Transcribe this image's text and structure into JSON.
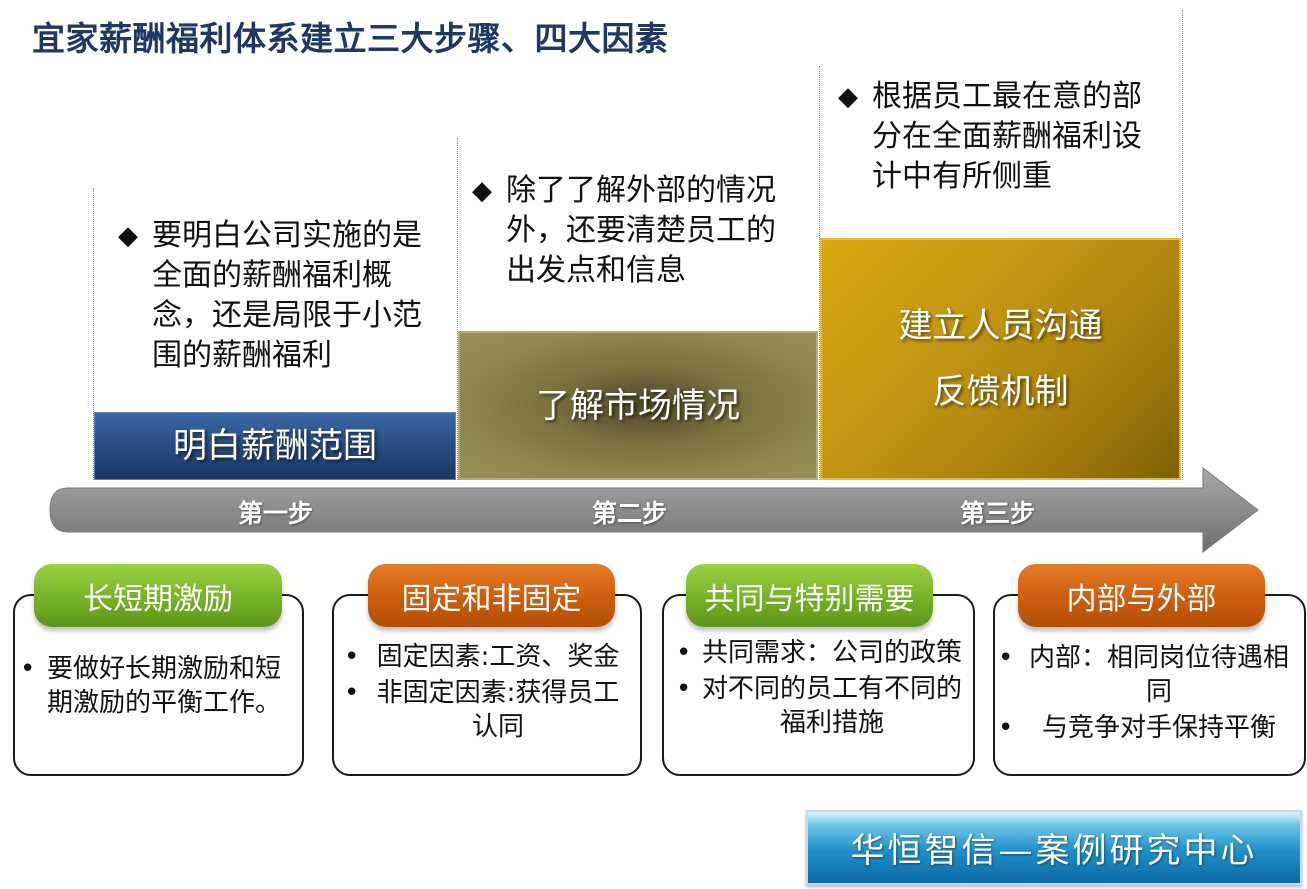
{
  "title": "宜家薪酬福利体系建立三大步骤、四大因素",
  "steps": [
    {
      "label": "第一步",
      "box_lines": [
        "明白薪酬范围"
      ],
      "note": "要明白公司实施的是全面的薪酬福利概念，还是局限于小范围的薪酬福利"
    },
    {
      "label": "第二步",
      "box_lines": [
        "了解市场情况"
      ],
      "note": "除了了解外部的情况外，还要清楚员工的出发点和信息"
    },
    {
      "label": "第三步",
      "box_lines": [
        "建立人员沟通",
        "反馈机制"
      ],
      "note": "根据员工最在意的部分在全面薪酬福利设计中有所侧重"
    }
  ],
  "factors": [
    {
      "title": "长短期激励",
      "color": "green",
      "items": [
        "要做好长期激励和短期激励的平衡工作。"
      ]
    },
    {
      "title": "固定和非固定",
      "color": "orange",
      "items": [
        "固定因素:工资、奖金",
        "非固定因素:获得员工认同"
      ]
    },
    {
      "title": "共同与特别需要",
      "color": "green",
      "items": [
        "共同需求：公司的政策",
        "对不同的员工有不同的福利措施"
      ]
    },
    {
      "title": "内部与外部",
      "color": "orange",
      "items": [
        "内部：相同岗位待遇相同",
        "与竞争对手保持平衡"
      ]
    }
  ],
  "bullet_symbols": {
    "note": "◆",
    "card": "•"
  },
  "banner": "华恒智信—案例研究中心",
  "colors": {
    "title": "#1f3864",
    "step1": "#2a4f85",
    "step2": "#8f864f",
    "step3": "#c79812",
    "arrow": "#8c8c8c",
    "green_pill": "#75b226",
    "orange_pill": "#cc5e0d",
    "banner": "#1f8fc8"
  }
}
